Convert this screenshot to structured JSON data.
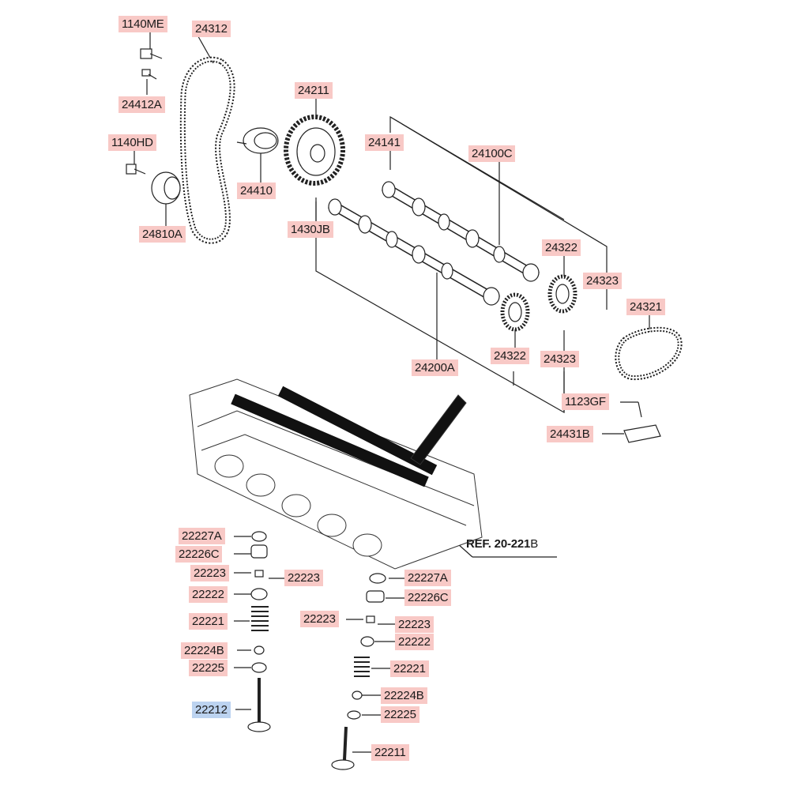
{
  "colors": {
    "label_bg": "#f8c9c6",
    "highlight_bg": "#bcd3f0",
    "line": "#222222"
  },
  "labels": {
    "p1140ME": "1140ME",
    "p24312": "24312",
    "p24412A": "24412A",
    "p24211": "24211",
    "p1140HD": "1140HD",
    "p24141": "24141",
    "p24100C": "24100C",
    "p24410": "24410",
    "p24810A": "24810A",
    "p1430JB": "1430JB",
    "p24322a": "24322",
    "p24323a": "24323",
    "p24321": "24321",
    "p24322b": "24322",
    "p24323b": "24323",
    "p24200A": "24200A",
    "p1123GF": "1123GF",
    "p24431B": "24431B",
    "ref_prefix": "REF. 20-221",
    "ref_suffix": "B",
    "p22227A_l": "22227A",
    "p22226C_l": "22226C",
    "p22223_l1": "22223",
    "p22223_l2": "22223",
    "p22222_l": "22222",
    "p22221_l": "22221",
    "p22224B_l": "22224B",
    "p22225_l": "22225",
    "p22212": "22212",
    "p22227A_r": "22227A",
    "p22226C_r": "22226C",
    "p22223_r1": "22223",
    "p22223_r2": "22223",
    "p22222_r": "22222",
    "p22221_r": "22221",
    "p22224B_r": "22224B",
    "p22225_r": "22225",
    "p22211": "22211"
  }
}
